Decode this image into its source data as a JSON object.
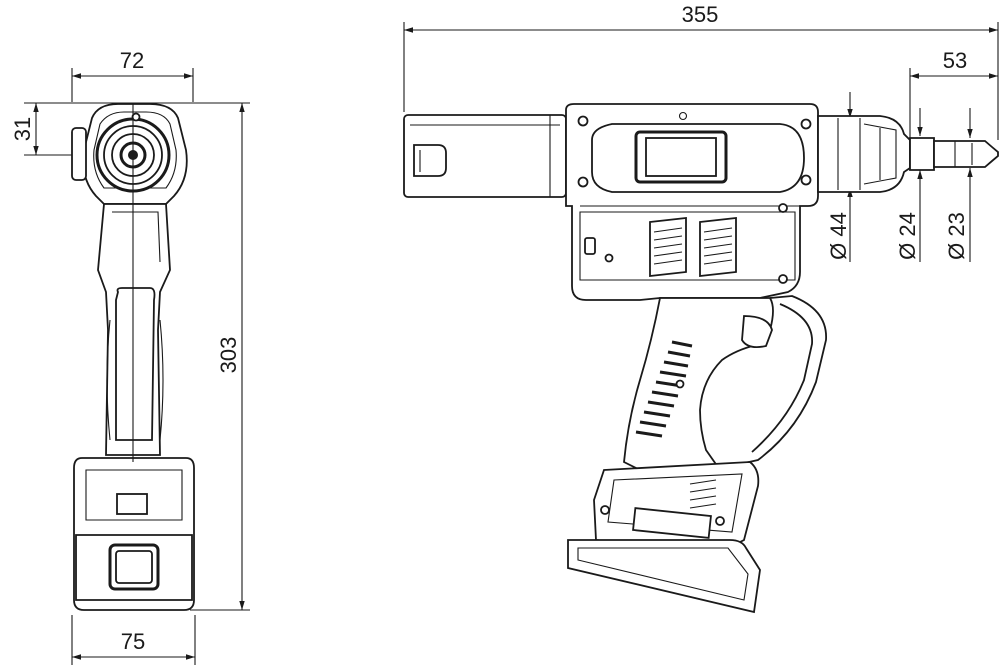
{
  "drawing": {
    "side_view": {
      "overall_length": "355",
      "nose_length": "53",
      "diameters": [
        "Ø 44",
        "Ø 24",
        "Ø 23"
      ]
    },
    "rear_view": {
      "head_width": "72",
      "head_offset": "31",
      "overall_height": "303",
      "base_width": "75"
    },
    "colors": {
      "line": "#1a1a1a",
      "background": "#ffffff"
    }
  }
}
